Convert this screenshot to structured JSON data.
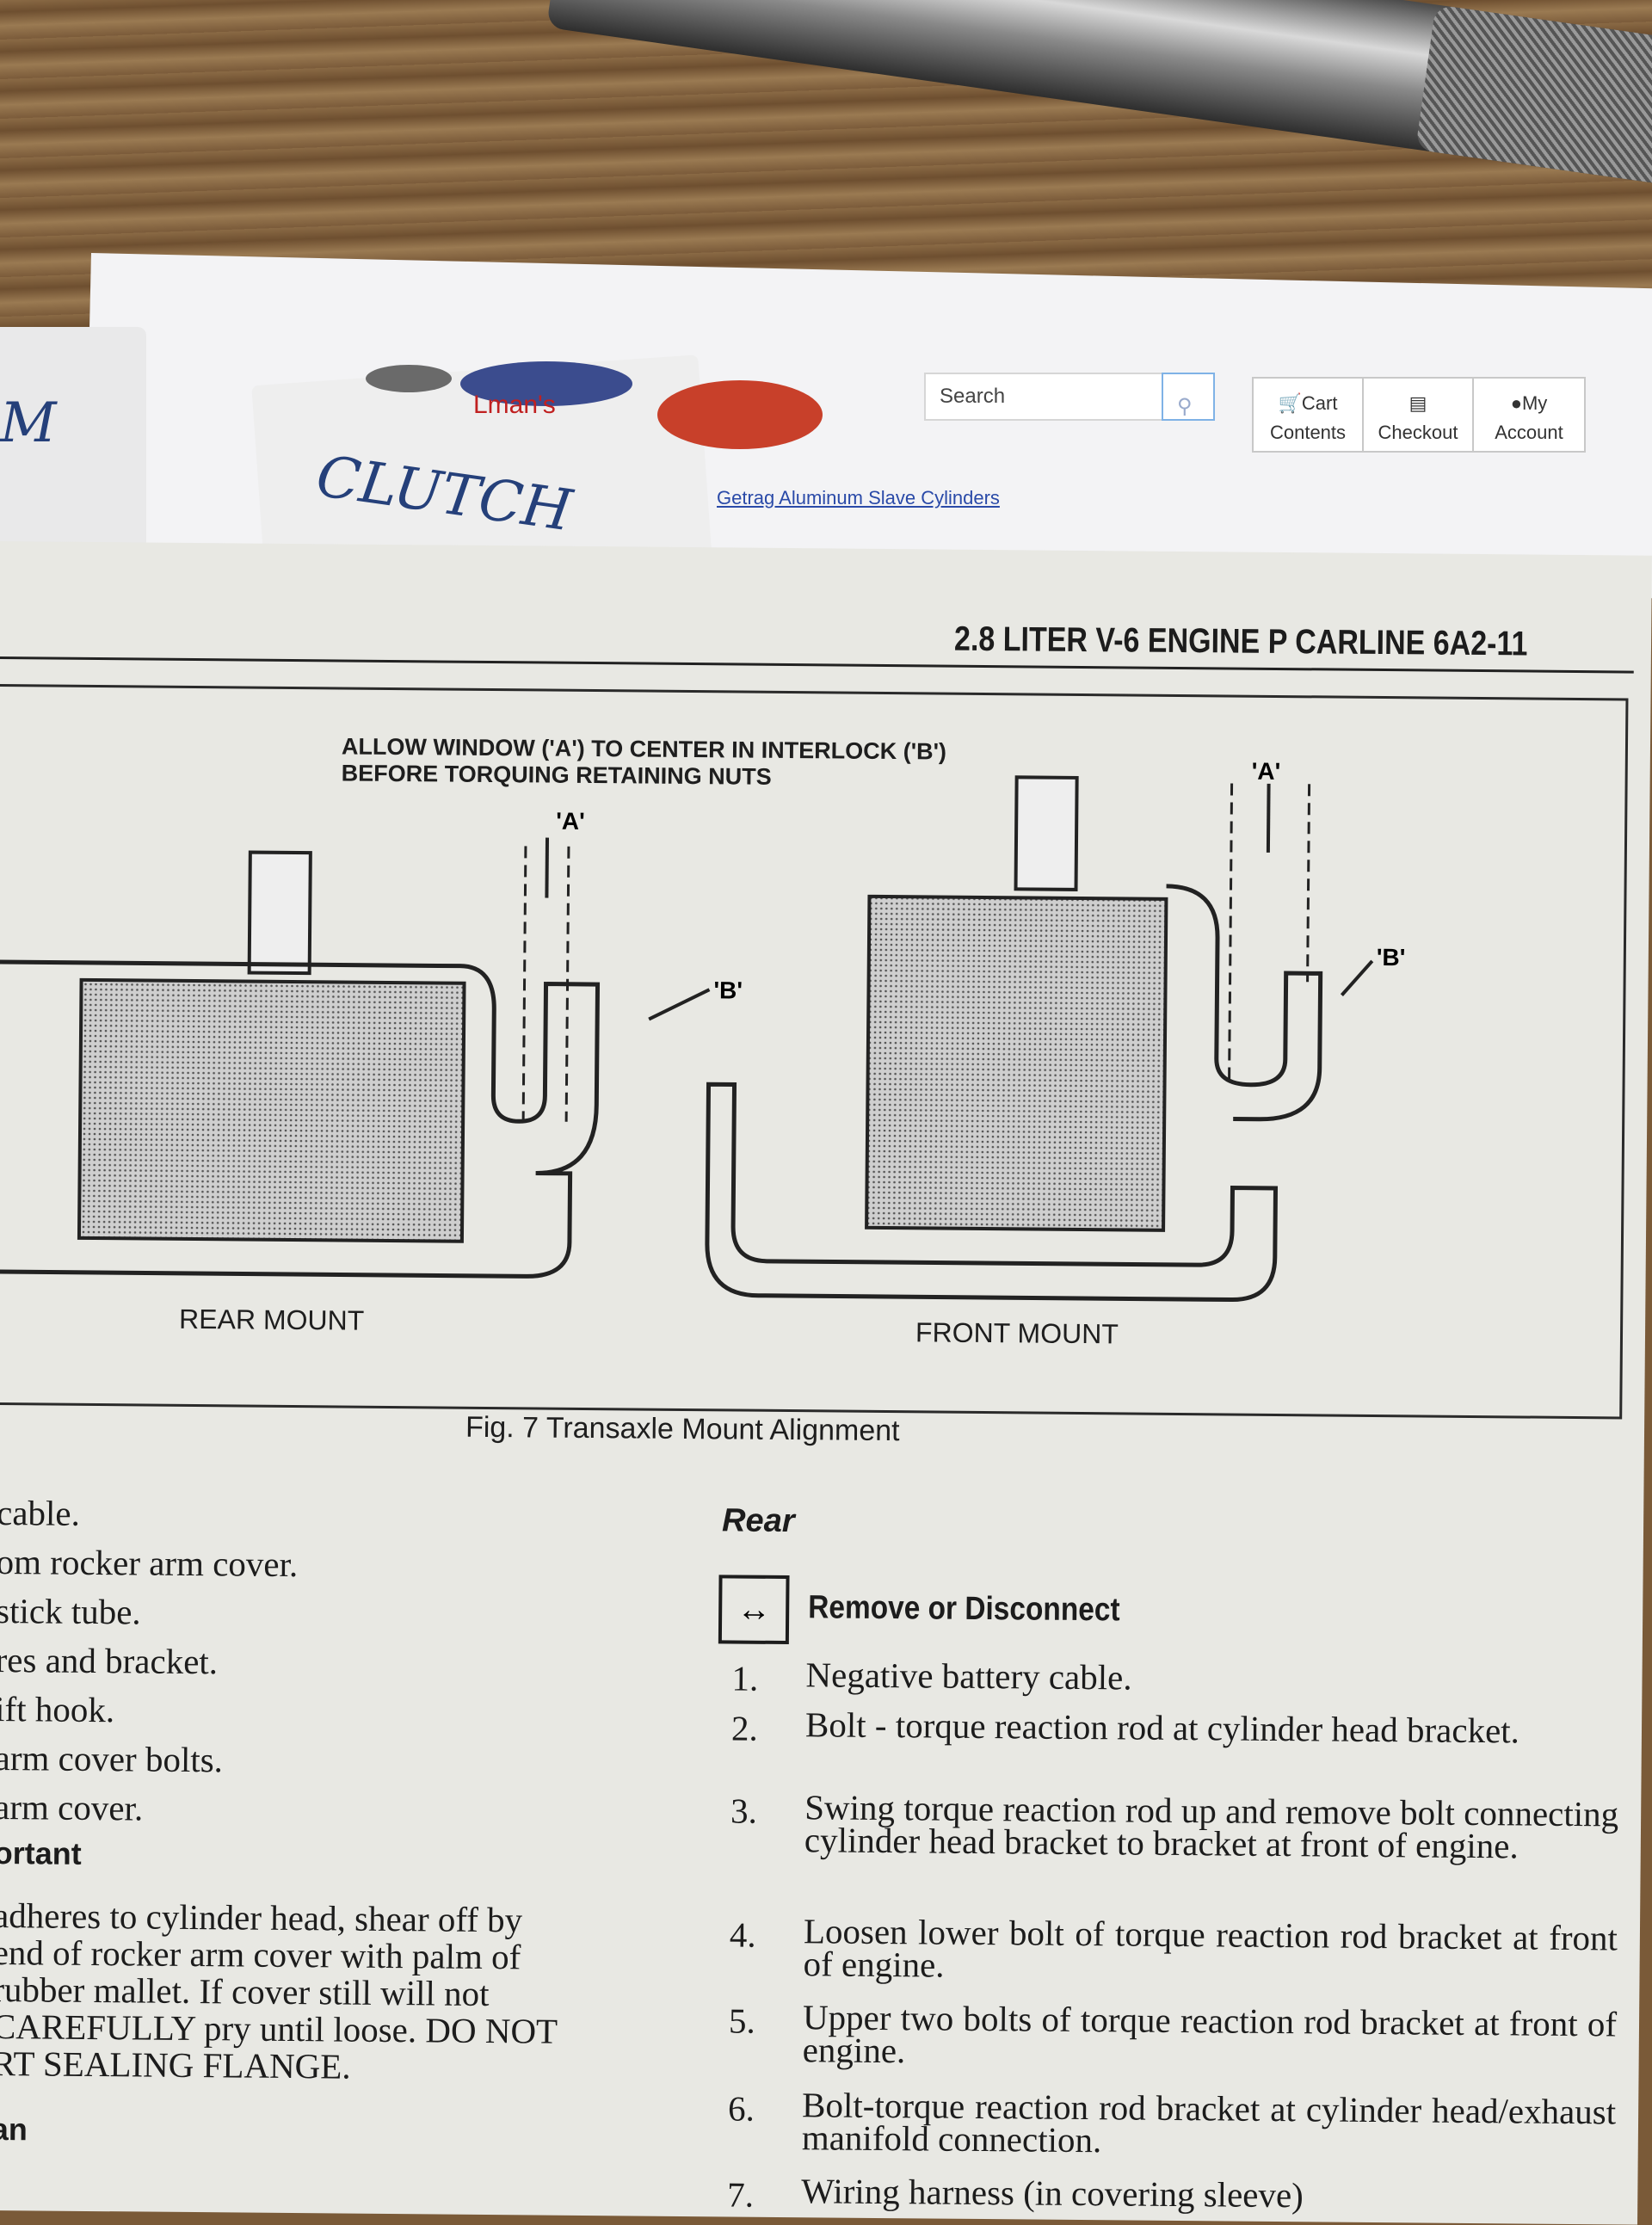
{
  "website": {
    "search_placeholder": "Search",
    "nav": [
      {
        "icon": "cart-icon",
        "label_top": "Cart",
        "label_bottom": "Contents"
      },
      {
        "icon": "credit-card-icon",
        "label_top": "",
        "label_bottom": "Checkout"
      },
      {
        "icon": "user-icon",
        "label_top": "My",
        "label_bottom": "Account"
      }
    ],
    "link": "Getrag Aluminum Slave Cylinders",
    "logo_text": "Lman's"
  },
  "handwriting": {
    "clutch": "CLUTCH",
    "m": "M"
  },
  "manual": {
    "header": "2.8 LITER V-6 ENGINE P CARLINE  6A2-11",
    "figure": {
      "instruction_line1": "ALLOW WINDOW ('A') TO CENTER IN INTERLOCK ('B')",
      "instruction_line2": "BEFORE TORQUING RETAINING NUTS",
      "label_a": "'A'",
      "label_b": "'B'",
      "rear_label": "REAR MOUNT",
      "front_label": "FRONT MOUNT",
      "caption": "Fig. 7 Transaxle Mount Alignment"
    },
    "left_column": {
      "lines": [
        "cable.",
        "om rocker arm cover.",
        "stick tube.",
        "res and bracket.",
        "ift hook.",
        "arm cover bolts.",
        "arm cover."
      ],
      "important": "ortant",
      "paragraph": [
        "adheres to cylinder head, shear off by",
        "end of rocker arm cover with palm of",
        "rubber mallet. If cover still will not",
        "CAREFULLY pry until loose. DO NOT",
        "RT SEALING FLANGE."
      ],
      "trailing": "an"
    },
    "right_column": {
      "section": "Rear",
      "icon": "double-arrow-icon",
      "title": "Remove or Disconnect",
      "steps": [
        {
          "n": "1.",
          "text": "Negative battery cable."
        },
        {
          "n": "2.",
          "text": "Bolt - torque reaction rod at cylinder head bracket."
        },
        {
          "n": "3.",
          "text": "Swing torque reaction rod up and remove bolt connecting cylinder head bracket to bracket at front of engine."
        },
        {
          "n": "4.",
          "text": "Loosen lower bolt of torque reaction rod bracket at front of engine."
        },
        {
          "n": "5.",
          "text": "Upper two bolts of torque reaction rod bracket at front of engine."
        },
        {
          "n": "6.",
          "text": "Bolt-torque reaction rod bracket at cylinder head/exhaust manifold connection."
        },
        {
          "n": "7.",
          "text": "Wiring harness (in covering sleeve)"
        }
      ]
    }
  }
}
